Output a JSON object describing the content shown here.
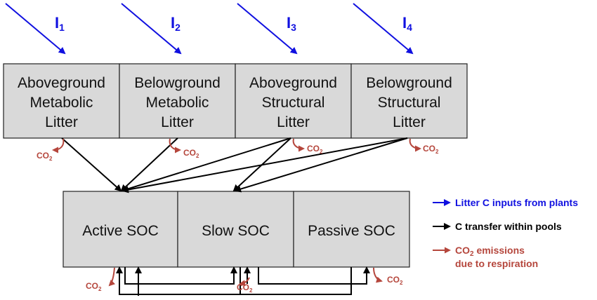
{
  "colors": {
    "input": "#1010e0",
    "transfer": "#000000",
    "emission": "#b5463c",
    "box_fill": "#d9d9d9"
  },
  "inputs": [
    {
      "letter": "I",
      "sub": "1"
    },
    {
      "letter": "I",
      "sub": "2"
    },
    {
      "letter": "I",
      "sub": "3"
    },
    {
      "letter": "I",
      "sub": "4"
    }
  ],
  "litter_pools": [
    {
      "lines": [
        "Aboveground",
        "Metabolic",
        "Litter"
      ]
    },
    {
      "lines": [
        "Belowground",
        "Metabolic",
        "Litter"
      ]
    },
    {
      "lines": [
        "Aboveground",
        "Structural",
        "Litter"
      ]
    },
    {
      "lines": [
        "Belowground",
        "Structural",
        "Litter"
      ]
    }
  ],
  "soc_pools": [
    {
      "label": "Active SOC"
    },
    {
      "label": "Slow SOC"
    },
    {
      "label": "Passive SOC"
    }
  ],
  "co2": {
    "text": "CO",
    "sub": "2"
  },
  "legend": {
    "inputs_label": "Litter C inputs  from plants",
    "transfer_label": "C transfer within pools",
    "emission_line1_prefix": "CO",
    "emission_line1_sub": "2",
    "emission_line1_suffix": " emissions",
    "emission_line2": "due to respiration"
  }
}
